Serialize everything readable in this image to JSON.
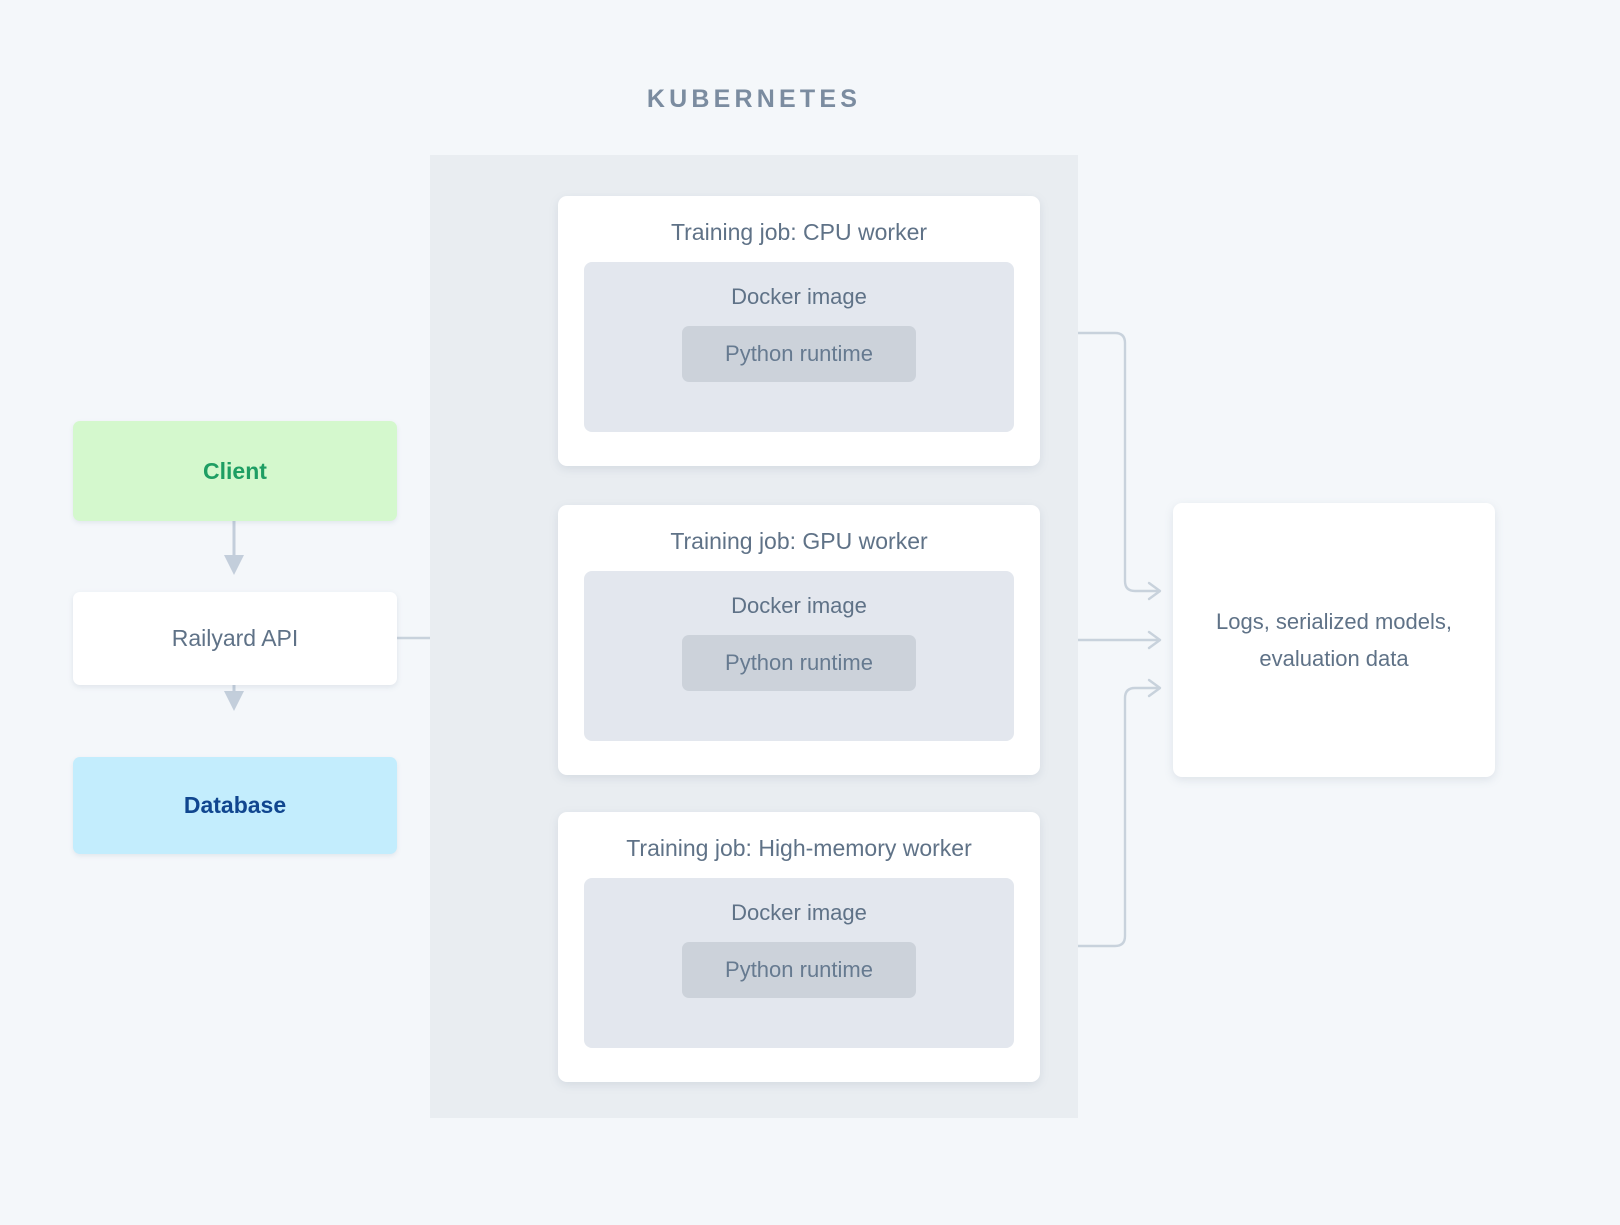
{
  "kubernetes": {
    "title": "KUBERNETES"
  },
  "left_column": {
    "client": {
      "label": "Client"
    },
    "api": {
      "label": "Railyard API"
    },
    "database": {
      "label": "Database"
    }
  },
  "jobs": [
    {
      "title": "Training job: CPU worker",
      "docker_label": "Docker image",
      "runtime_label": "Python runtime"
    },
    {
      "title": "Training job: GPU worker",
      "docker_label": "Docker image",
      "runtime_label": "Python runtime"
    },
    {
      "title": "Training job: High-memory worker",
      "docker_label": "Docker image",
      "runtime_label": "Python runtime"
    }
  ],
  "output": {
    "line1": "Logs, serialized models,",
    "line2": "evaluation data"
  },
  "colors": {
    "page_background": "#f4f7fa",
    "kubernetes_panel": "#e9edf1",
    "client_fill": "#d4f8cd",
    "client_text": "#1e9e63",
    "api_fill": "#ffffff",
    "api_text": "#5f7287",
    "database_fill": "#c3edfd",
    "database_text": "#10468f",
    "card_fill": "#ffffff",
    "docker_fill": "#e3e7ee",
    "python_fill": "#ccd2da",
    "text_slate": "#5f7287",
    "title_slate": "#7b8ca0",
    "connector": "#c8d2dc"
  }
}
